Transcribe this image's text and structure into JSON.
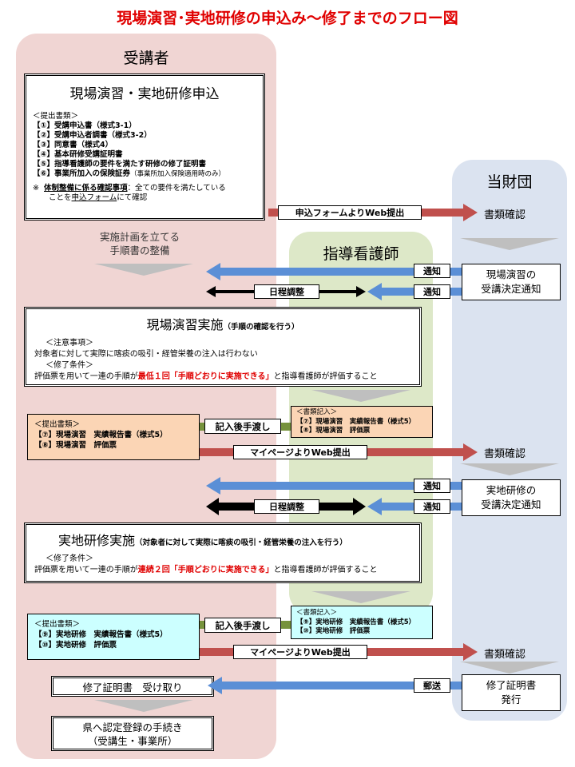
{
  "title": "現場演習･実地研修の申込み～修了までのフロー図",
  "lanes": {
    "trainee": "受講者",
    "foundation": "当財団",
    "instructor": "指導看護師"
  },
  "apply_box": {
    "title": "現場演習・実地研修申込",
    "docs_heading": "＜提出書類＞",
    "docs": [
      "【①】受講申込書（様式3-1）",
      "【②】受講申込者調書（様式3-2）",
      "【③】同意書（様式4）",
      "【④】基本研修受講証明書",
      "【⑤】指導看護師の要件を満たす研修の修了証明書"
    ],
    "doc6_main": "【⑥】事業所加入の保険証券",
    "doc6_note": "（事業所加入保険適用時のみ）",
    "note_mark": "※",
    "note_bold": "体制整備に係る確認事項",
    "note_rest1": "：全ての要件を満たしている",
    "note_line2a": "ことを",
    "note_line2b": "申込フォーム",
    "note_line2c": "にて確認"
  },
  "arrows": {
    "web_apply": "申込フォームよりWeb提出",
    "notify": "通知",
    "schedule": "日程調整",
    "handover": "記入後手渡し",
    "mypage": "マイページよりWeb提出",
    "mail": "郵送"
  },
  "plan_text": [
    "実施計画を立てる",
    "手順書の整備"
  ],
  "doc_check": "書類確認",
  "practice_decision": [
    "現場演習の",
    "受講決定通知"
  ],
  "practice_box": {
    "title": "現場演習実施",
    "title_note": "（手順の確認を行う）",
    "h1": "＜注意事項＞",
    "l1": "対象者に対して実際に喀痰の吸引・経管栄養の注入は行わない",
    "h2": "＜修了条件＞",
    "l2a": "評価票を用いて一連の手順が",
    "l2b": "最低１回「手順どおりに実施できる」",
    "l2c": "と指導看護師が評価すること"
  },
  "instr_docs1": {
    "heading": "＜書類記入＞",
    "items": [
      "【⑦】現場演習　実績報告書（様式5）",
      "【⑧】現場演習　評価票"
    ]
  },
  "trainee_docs1": {
    "heading": "＜提出書類＞",
    "items": [
      "【⑦】現場演習　実績報告書（様式5）",
      "【⑧】現場演習　評価票"
    ]
  },
  "field_decision": [
    "実地研修の",
    "受講決定通知"
  ],
  "field_box": {
    "title": "実地研修実施",
    "title_note": "（対象者に対して実際に喀痰の吸引・経管栄養の注入を行う）",
    "h1": "＜修了条件＞",
    "l1a": "評価票を用いて一連の手順が",
    "l1b": "連続２回「手順どおりに実施できる」",
    "l1c": "と指導看護師が評価すること"
  },
  "instr_docs2": {
    "heading": "＜書類記入＞",
    "items": [
      "【⑨】実地研修　実績報告書（様式5）",
      "【⑩】実地研修　評価票"
    ]
  },
  "trainee_docs2": {
    "heading": "＜提出書類＞",
    "items": [
      "【⑨】実地研修　実績報告書（様式5）",
      "【⑩】実地研修　評価票"
    ]
  },
  "certificate_receive": "修了証明書　受け取り",
  "certificate_issue": [
    "修了証明書",
    "発行"
  ],
  "prefecture": [
    "県へ認定登録の手続き",
    "（受講生・事業所）"
  ],
  "colors": {
    "title_red": "#e00000",
    "trainee_lane": "#f0d5d3",
    "foundation_lane": "#dbe3f0",
    "instructor_lane": "#dde8c8",
    "red_arrow": "#c0504d",
    "blue_arrow": "#5b8fd6",
    "green_arrow": "#76923c",
    "orange_box": "#fbd5b5",
    "cyan_box": "#ccffff"
  }
}
